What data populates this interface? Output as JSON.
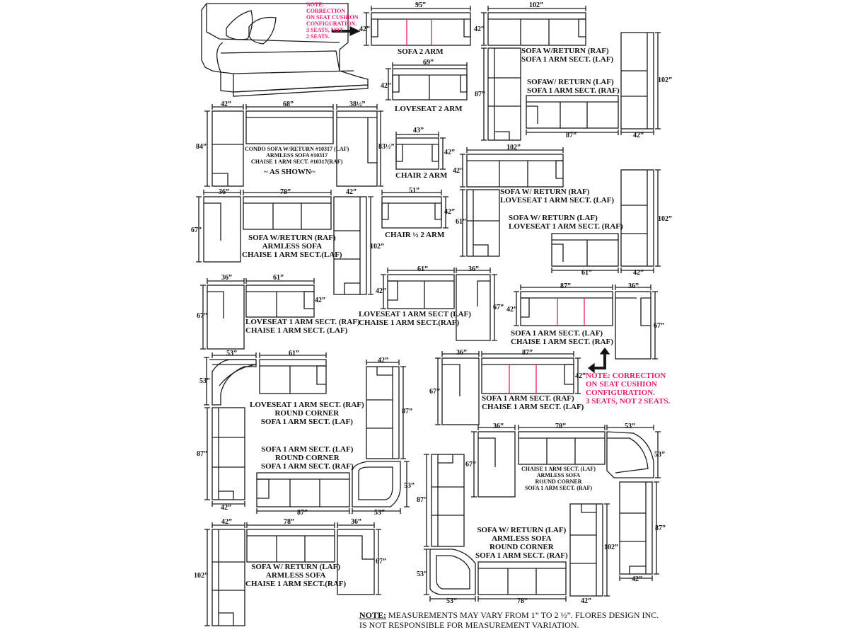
{
  "notes": {
    "correction_top": [
      "NOTE:",
      "CORRECTION",
      "ON SEAT CUSHION",
      "CONFIGURATION.",
      "3 SEATS, NOT",
      "2 SEATS."
    ],
    "correction_right": [
      "NOTE: CORRECTION",
      "ON SEAT CUSHION",
      "CONFIGURATION.",
      "3 SEATS, NOT 2 SEATS."
    ],
    "footer_label": "NOTE:",
    "footer_line1": " MEASUREMENTS MAY VARY FROM 1” TO 2 ½”. FLORES DESIGN INC.",
    "footer_line2": "IS NOT RESPONSIBLE FOR MEASUREMENT VARIATION."
  },
  "configs": {
    "sofa2arm": "SOFA 2 ARM",
    "loveseat2arm": "LOVESEAT 2 ARM",
    "chair2arm": "CHAIR 2 ARM",
    "chairhalf": "CHAIR ½  2 ARM",
    "sofa_return_raf_1": "SOFA W/RETURN (RAF)",
    "sofa_return_raf_2": "SOFA 1 ARM SECT. (LAF)",
    "sofa_return_laf_1": "SOFAW/ RETURN (LAF)",
    "sofa_return_laf_2": "SOFA 1 ARM SECT. (RAF)",
    "condo_1": "CONDO SOFA W/RETURN #10317 (LAF)",
    "condo_2": "ARMLESS SOFA #10317",
    "condo_3": "CHAISE 1 ARM SECT. #10317(RAF)",
    "condo_4": "~ AS SHOWN~",
    "ls_return_raf_1": "SOFA  W/ RETURN (RAF)",
    "ls_return_raf_2": "LOVESEAT 1 ARM SECT. (LAF)",
    "ls_return_laf_1": "SOFA  W/ RETURN (LAF)",
    "ls_return_laf_2": "LOVESEAT 1 ARM SECT. (RAF)",
    "swr_armless_1": "SOFA W/RETURN (RAF)",
    "swr_armless_2": "ARMLESS SOFA",
    "swr_armless_3": "CHAISE 1 ARM SECT.(LAF)",
    "ls_chaise_raf_1": "LOVESEAT 1 ARM SECT. (RAF)",
    "ls_chaise_raf_2": "CHAISE 1 ARM SECT. (LAF)",
    "ls_chaise_laf_1": "LOVESEAT 1 ARM SECT (LAF)",
    "ls_chaise_laf_2": "CHAISE 1 ARM SECT.(RAF)",
    "sofa_chaise_a_1": "SOFA 1 ARM SECT. (LAF)",
    "sofa_chaise_a_2": "CHAISE 1 ARM SECT. (RAF)",
    "sofa_chaise_b_1": "SOFA 1 ARM SECT. (RAF)",
    "sofa_chaise_b_2": "CHAISE 1 ARM SECT. (LAF)",
    "ls_round_1": "LOVESEAT 1 ARM SECT. (RAF)",
    "ls_round_2": "ROUND CORNER",
    "ls_round_3": "SOFA 1 ARM SECT. (LAF)",
    "sofa_round_1": "SOFA 1 ARM SECT. (LAF)",
    "sofa_round_2": "ROUND CORNER",
    "sofa_round_3": "SOFA 1 ARM SECT. (RAF)",
    "chaise_armless_round_1": "CHAISE 1 ARM SECT. (LAF)",
    "chaise_armless_round_2": "ARMLESS SOFA",
    "chaise_armless_round_3": "ROUND CORNER",
    "chaise_armless_round_4": "SOFA 1 ARM SECT. (RAF)",
    "swr_armless_laf_1": "SOFA W/ RETURN (LAF)",
    "swr_armless_laf_2": "ARMLESS SOFA",
    "swr_armless_laf_3": "CHAISE 1 ARM SECT.(RAF)",
    "swr_round_1": "SOFA W/ RETURN (LAF)",
    "swr_round_2": "ARMLESS SOFA",
    "swr_round_3": "ROUND CORNER",
    "swr_round_4": "SOFA 1 ARM SECT. (RAF)"
  },
  "dims": {
    "d95": "95”",
    "d102": "102”",
    "d42": "42”",
    "d69": "69”",
    "d87": "87”",
    "d68": "68”",
    "d38h": "38½”",
    "d84": "84”",
    "d83h": "83½”",
    "d43": "43”",
    "d36": "36”",
    "d78": "78”",
    "d67": "67”",
    "d51": "51”",
    "d61": "61”",
    "d53": "53”"
  },
  "colors": {
    "line": "#1a1a1a",
    "accent": "#e8196e"
  }
}
